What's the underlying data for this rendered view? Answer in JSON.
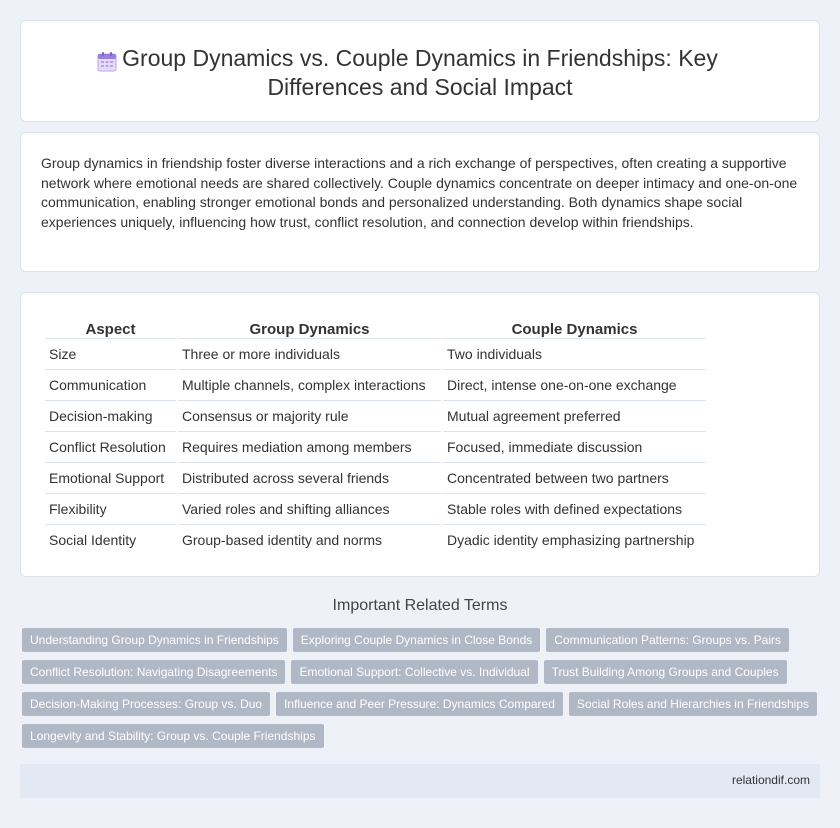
{
  "header": {
    "icon": "calendar-icon",
    "title": "Group Dynamics vs. Couple Dynamics in Friendships: Key Differences and Social Impact"
  },
  "intro": {
    "text": "Group dynamics in friendship foster diverse interactions and a rich exchange of perspectives, often creating a supportive network where emotional needs are shared collectively. Couple dynamics concentrate on deeper intimacy and one-on-one communication, enabling stronger emotional bonds and personalized understanding. Both dynamics shape social experiences uniquely, influencing how trust, conflict resolution, and connection develop within friendships."
  },
  "table": {
    "headers": [
      "Aspect",
      "Group Dynamics",
      "Couple Dynamics"
    ],
    "rows": [
      [
        "Size",
        "Three or more individuals",
        "Two individuals"
      ],
      [
        "Communication",
        "Multiple channels, complex interactions",
        "Direct, intense one-on-one exchange"
      ],
      [
        "Decision-making",
        "Consensus or majority rule",
        "Mutual agreement preferred"
      ],
      [
        "Conflict Resolution",
        "Requires mediation among members",
        "Focused, immediate discussion"
      ],
      [
        "Emotional Support",
        "Distributed across several friends",
        "Concentrated between two partners"
      ],
      [
        "Flexibility",
        "Varied roles and shifting alliances",
        "Stable roles with defined expectations"
      ],
      [
        "Social Identity",
        "Group-based identity and norms",
        "Dyadic identity emphasizing partnership"
      ]
    ]
  },
  "related": {
    "heading": "Important Related Terms",
    "rows": [
      [
        "Understanding Group Dynamics in Friendships",
        "Exploring Couple Dynamics in Close Bonds",
        "Communication Patterns: Groups vs. Pairs"
      ],
      [
        "Conflict Resolution: Navigating Disagreements",
        "Emotional Support: Collective vs. Individual",
        "Trust Building Among Groups and Couples"
      ],
      [
        "Decision-Making Processes: Group vs. Duo",
        "Influence and Peer Pressure: Dynamics Compared",
        "Social Roles and Hierarchies in Friendships"
      ],
      [
        "Longevity and Stability: Group vs. Couple Friendships"
      ]
    ]
  },
  "footer": {
    "site": "relationdif.com"
  },
  "colors": {
    "background": "#eef2f8",
    "tag": "#b0b8c6",
    "footer": "#e3e9f3"
  }
}
